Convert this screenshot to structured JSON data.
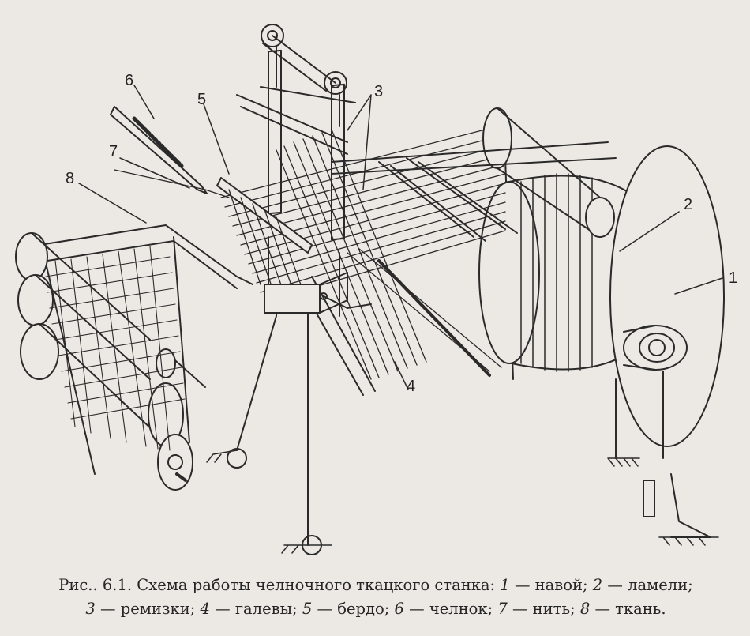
{
  "labels": {
    "l1": "1",
    "l2": "2",
    "l3": "3",
    "l4": "4",
    "l5": "5",
    "l6": "6",
    "l7": "7",
    "l8": "8"
  },
  "caption": {
    "prefix": "Рис.. 6.1. Схема работы челночного ткацкого станка:",
    "items": [
      {
        "num": "1",
        "text": "— навой;"
      },
      {
        "num": "2",
        "text": "— ламели;"
      },
      {
        "num": "3",
        "text": "— ремизки;"
      },
      {
        "num": "4",
        "text": "— галевы;"
      },
      {
        "num": "5",
        "text": "— бердо;"
      },
      {
        "num": "6",
        "text": "— челнок;"
      },
      {
        "num": "7",
        "text": "— нить;"
      },
      {
        "num": "8",
        "text": "— ткань."
      }
    ]
  }
}
